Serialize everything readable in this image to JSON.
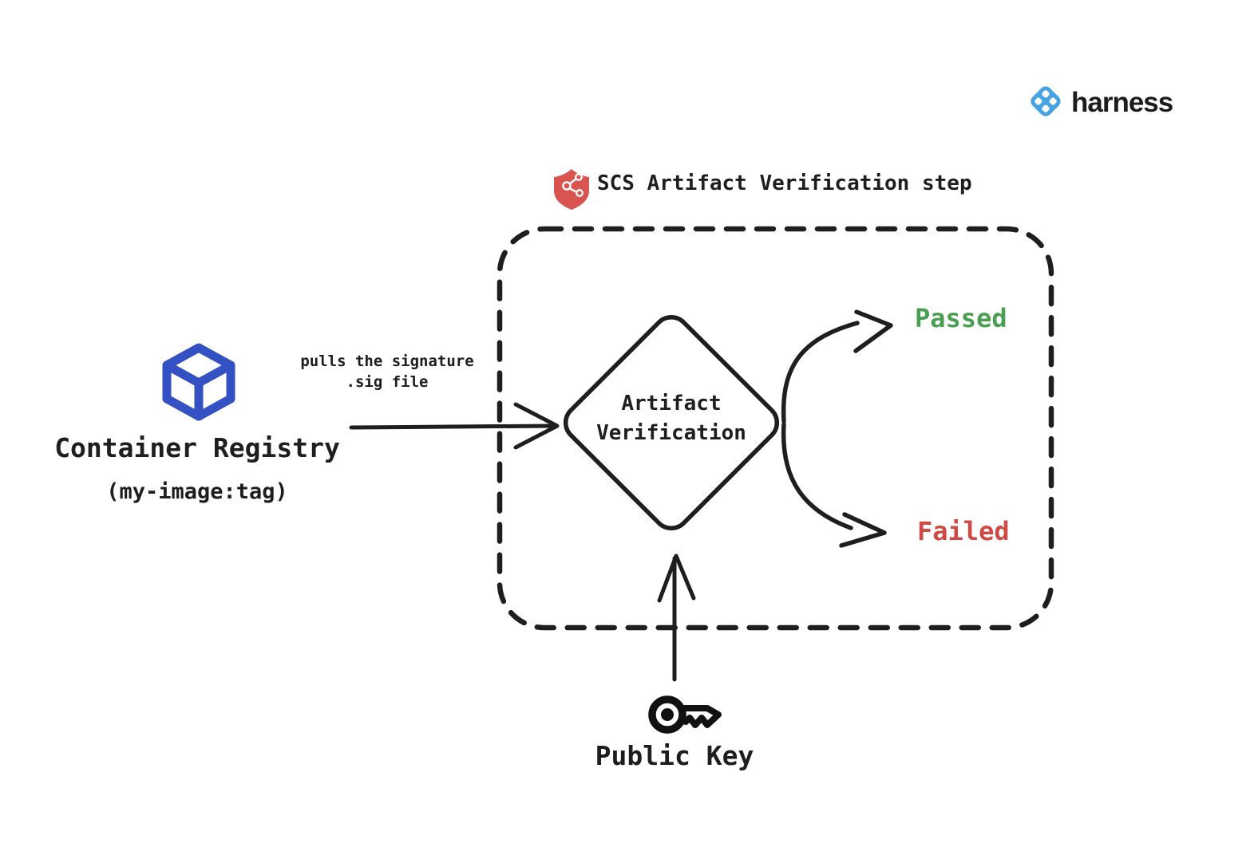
{
  "brand": {
    "logo_text": "harness",
    "logo_icon": "harness-diamond-icon",
    "logo_color": "#47a3e3",
    "text_color": "#1c1c1c"
  },
  "step_box": {
    "title": "SCS Artifact Verification step",
    "title_icon": "scs-shield-icon",
    "shield_color": "#d9534f",
    "border_color": "#1e1e1e"
  },
  "nodes": {
    "registry": {
      "label": "Container Registry",
      "sublabel": "(my-image:tag)",
      "icon": "container-cube-icon",
      "icon_color": "#3451c4"
    },
    "decision": {
      "line1": "Artifact",
      "line2": "Verification"
    },
    "public_key": {
      "label": "Public Key",
      "icon": "key-icon",
      "icon_color": "#111111"
    }
  },
  "edges": {
    "pull": {
      "label_line1": "pulls the signature",
      "label_line2": ".sig file"
    },
    "passed": {
      "label": "Passed",
      "color": "#4a9e52"
    },
    "failed": {
      "label": "Failed",
      "color": "#cf4a43"
    },
    "stroke_color": "#1e1e1e"
  }
}
